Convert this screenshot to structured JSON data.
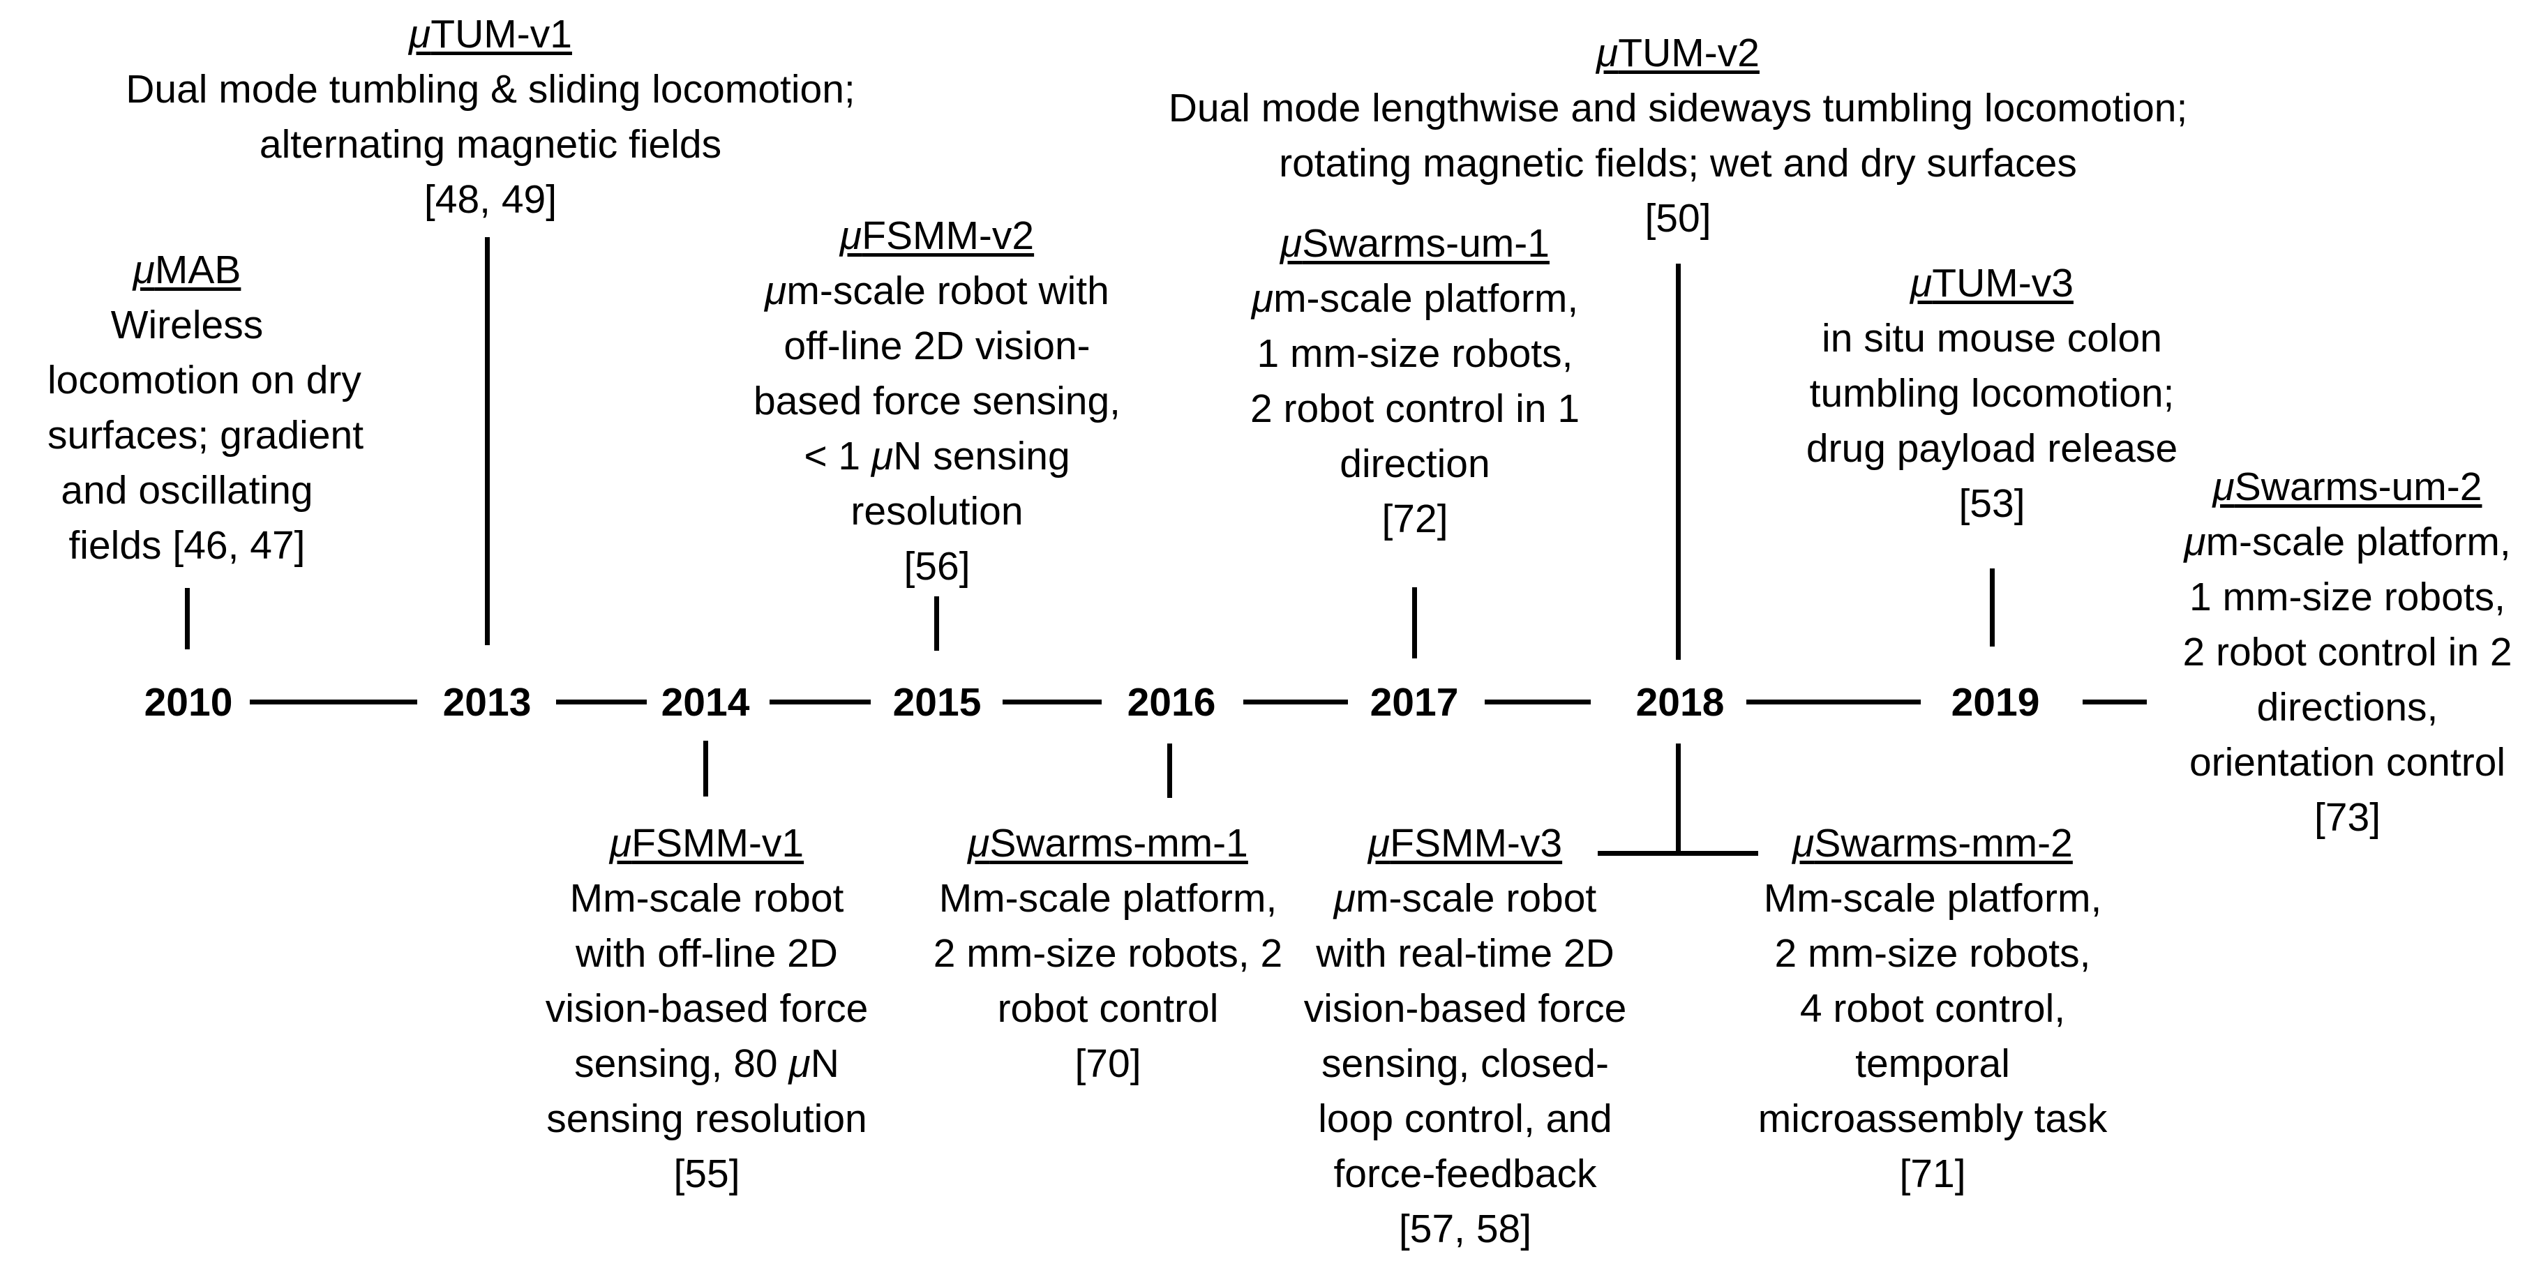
{
  "years": [
    "2010",
    "2013",
    "2014",
    "2015",
    "2016",
    "2017",
    "2018",
    "2019"
  ],
  "milestones": {
    "mumab": {
      "title": "MAB",
      "lines": [
        "Wireless",
        "locomotion on dry",
        "surfaces; gradient",
        "and oscillating",
        "fields [46, 47]"
      ]
    },
    "mutum_v1": {
      "title": "TUM-v1",
      "lines": [
        "Dual mode tumbling & sliding locomotion;",
        "alternating magnetic fields",
        "[48, 49]"
      ]
    },
    "mufsmm_v2": {
      "title": "FSMM-v2",
      "line1_rest": "m-scale robot with",
      "lines": [
        "off-line 2D vision-",
        "based force sensing,"
      ],
      "line4_pre": "< 1 ",
      "line4_post": "N sensing",
      "lines_end": [
        "resolution",
        "[56]"
      ]
    },
    "muswarms_um1": {
      "title": "Swarms-um-1",
      "line1_rest": "m-scale platform,",
      "lines": [
        "1 mm-size robots,",
        "2 robot control in 1",
        "direction",
        "[72]"
      ]
    },
    "mutum_v2": {
      "title": "TUM-v2",
      "lines": [
        "Dual mode lengthwise and sideways tumbling locomotion;",
        "rotating magnetic fields; wet and dry surfaces",
        "[50]"
      ]
    },
    "mutum_v3": {
      "title": "TUM-v3",
      "lines": [
        "in situ mouse colon",
        "tumbling locomotion;",
        "drug payload release",
        "[53]"
      ]
    },
    "muswarms_um2": {
      "title": "Swarms-um-2",
      "line1_rest": "m-scale platform,",
      "lines": [
        "1 mm-size robots,",
        "2 robot control in 2",
        "directions,",
        "orientation control",
        "[73]"
      ]
    },
    "mufsmm_v1": {
      "title": "FSMM-v1",
      "lines": [
        "Mm-scale robot",
        "with off-line 2D",
        "vision-based force"
      ],
      "line4_pre": "sensing, 80 ",
      "line4_post": "N",
      "lines_end": [
        "sensing resolution",
        "[55]"
      ]
    },
    "muswarms_mm1": {
      "title": "Swarms-mm-1",
      "lines": [
        "Mm-scale platform,",
        "2 mm-size robots, 2",
        "robot control",
        "[70]"
      ]
    },
    "mufsmm_v3": {
      "title": "FSMM-v3",
      "line1_rest": "m-scale robot",
      "lines": [
        "with real-time 2D",
        "vision-based force",
        "sensing, closed-",
        "loop control, and",
        "force-feedback",
        "[57, 58]"
      ]
    },
    "muswarms_mm2": {
      "title": "Swarms-mm-2",
      "lines": [
        "Mm-scale platform,",
        "2 mm-size robots,",
        "4 robot control,",
        "temporal",
        "microassembly task",
        "[71]"
      ]
    }
  }
}
